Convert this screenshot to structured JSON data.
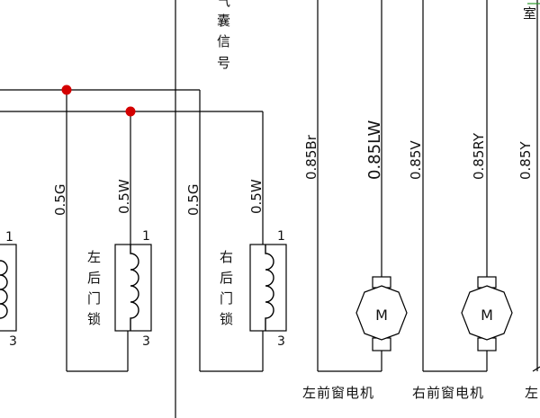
{
  "colors": {
    "junction": "#d40000",
    "line": "#000000"
  },
  "signal_label_chars": [
    "气",
    "囊",
    "信",
    "号"
  ],
  "partial_corner_char": "室",
  "wire_labels": {
    "left_lock_ground": "0.5G",
    "left_lock_signal": "0.5W",
    "right_lock_ground": "0.5G",
    "right_lock_signal": "0.5W",
    "left_motor_a": "0.85Br",
    "left_motor_b": "0.85LW",
    "right_motor_a": "0.85V",
    "right_motor_b": "0.85RY",
    "far_right": "0.85Y"
  },
  "left_partial_lock": {
    "pin_top": "1",
    "pin_bottom": "3"
  },
  "left_rear_lock": {
    "name_chars": [
      "左",
      "后",
      "门",
      "锁"
    ],
    "pin_top": "1",
    "pin_bottom": "3"
  },
  "right_rear_lock": {
    "name_chars": [
      "右",
      "后",
      "门",
      "锁"
    ],
    "pin_top": "1",
    "pin_bottom": "3"
  },
  "left_front_motor": {
    "symbol": "M",
    "caption": "左前窗电机"
  },
  "right_front_motor": {
    "symbol": "M",
    "caption": "右前窗电机"
  },
  "partial_caption": "左"
}
